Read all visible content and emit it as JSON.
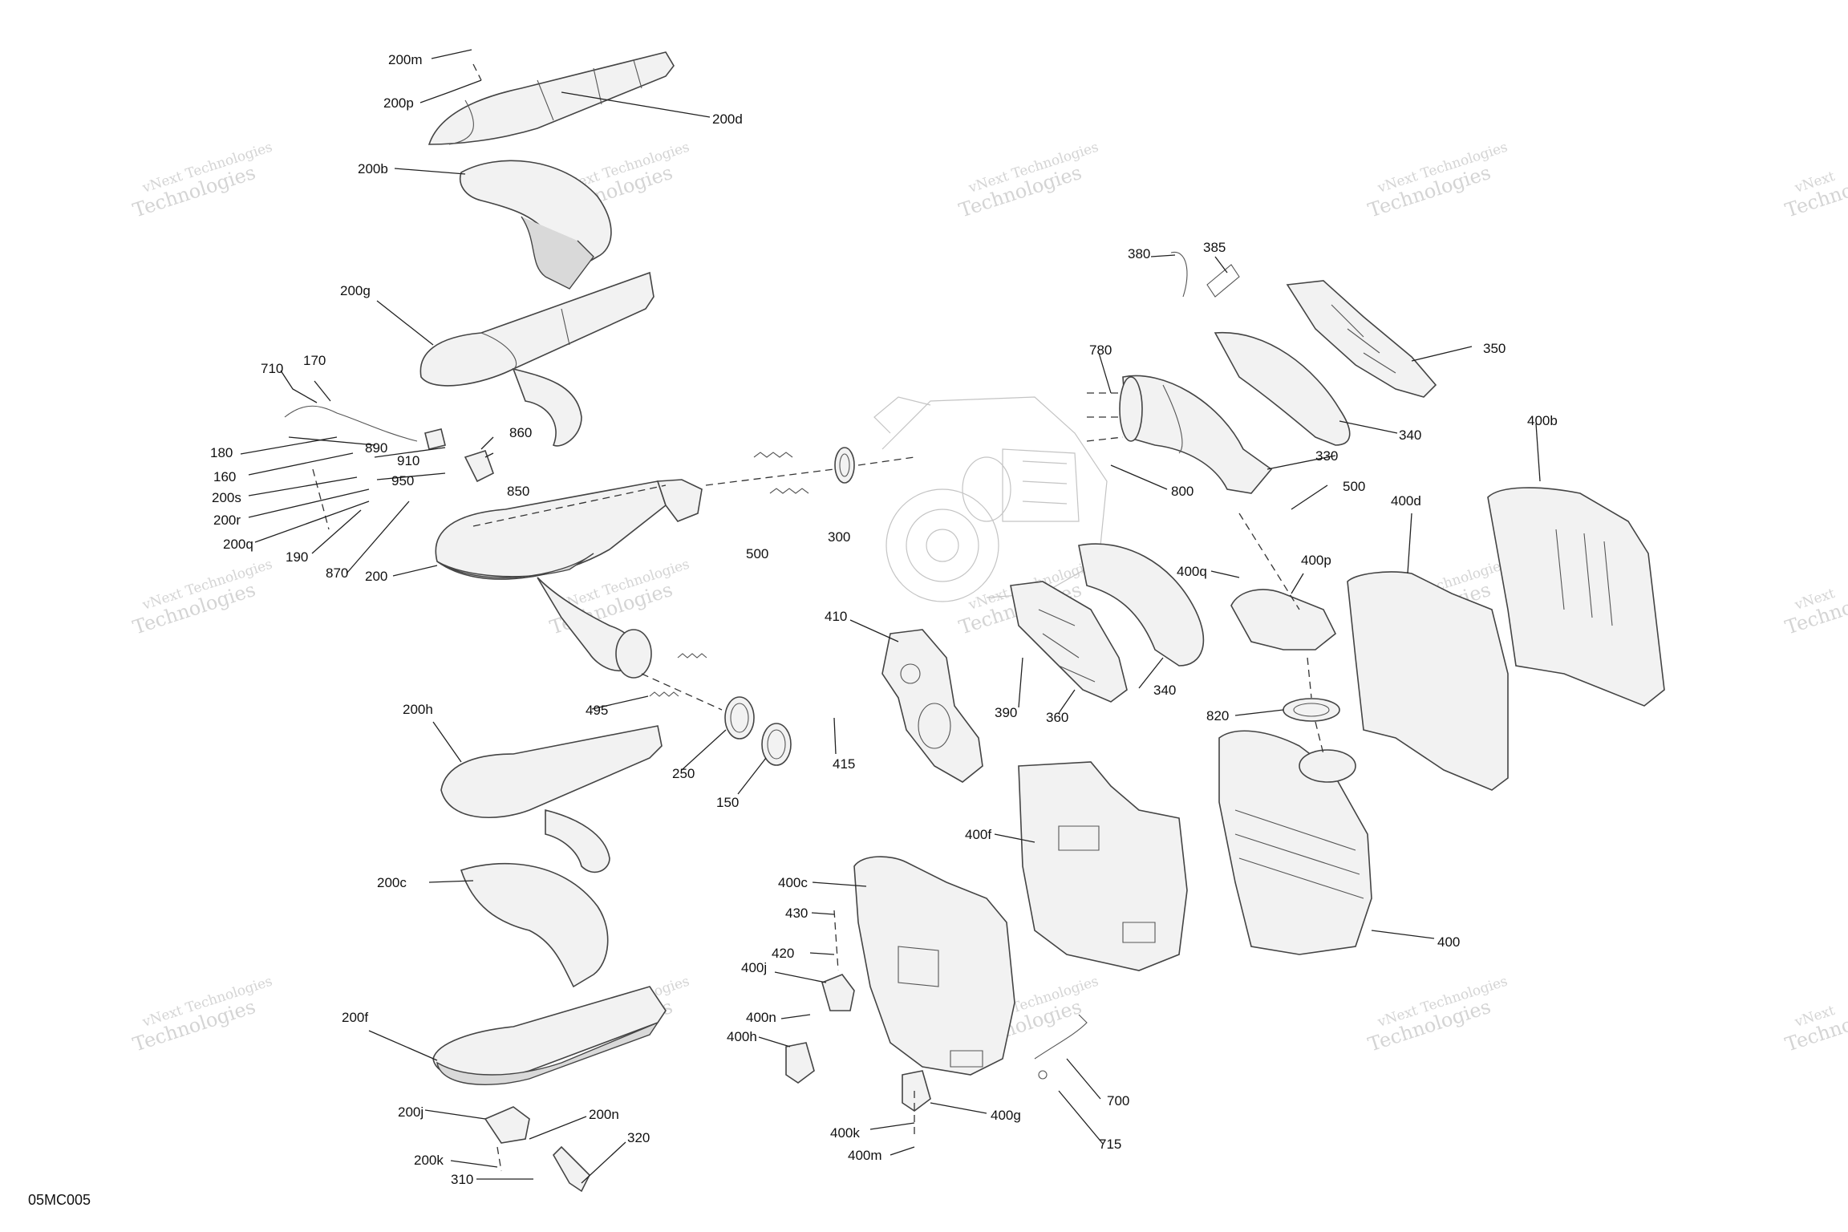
{
  "diagram_code": "05MC005",
  "watermark": {
    "line1": "vNext Technologies",
    "line2": "Technologies",
    "small": "vNext"
  },
  "labels": {
    "200m": "200m",
    "200p": "200p",
    "200d": "200d",
    "200b": "200b",
    "200g": "200g",
    "710": "710",
    "170": "170",
    "860": "860",
    "890": "890",
    "910": "910",
    "950": "950",
    "850": "850",
    "180": "180",
    "160": "160",
    "200s": "200s",
    "200r": "200r",
    "200q": "200q",
    "190": "190",
    "870": "870",
    "200": "200",
    "500a": "500",
    "300": "300",
    "380": "380",
    "385": "385",
    "780": "780",
    "350": "350",
    "340a": "340",
    "330": "330",
    "800": "800",
    "500b": "500",
    "400b": "400b",
    "400d": "400d",
    "400q": "400q",
    "400p": "400p",
    "410": "410",
    "390": "390",
    "360": "360",
    "340b": "340",
    "820": "820",
    "495": "495",
    "250": "250",
    "150": "150",
    "415": "415",
    "200h": "200h",
    "400f": "400f",
    "400c": "400c",
    "200c": "200c",
    "430": "430",
    "420": "420",
    "400j": "400j",
    "400n": "400n",
    "400h": "400h",
    "400": "400",
    "200f": "200f",
    "700": "700",
    "400g": "400g",
    "715": "715",
    "200j": "200j",
    "200n": "200n",
    "320": "320",
    "400k": "400k",
    "200k": "200k",
    "400m": "400m",
    "310": "310"
  }
}
